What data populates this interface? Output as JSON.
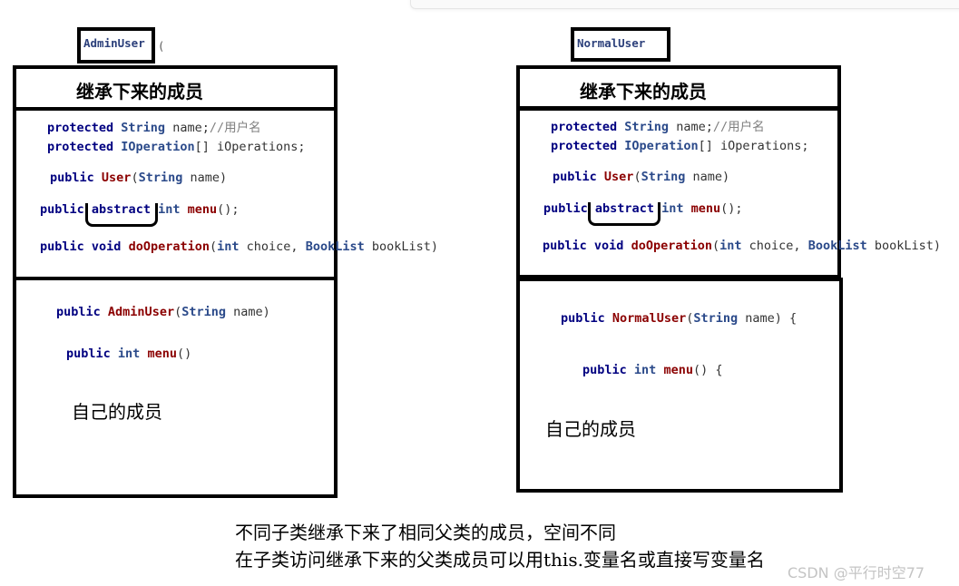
{
  "left": {
    "class_name": "AdminUser",
    "inherited_heading": "继承下来的成员",
    "inherited": {
      "line1": {
        "kw": "protected",
        "type": "String",
        "rest": "name;",
        "comment": "//用户名"
      },
      "line2": {
        "kw": "protected",
        "type": "IOperation",
        "rest": "[] iOperations;"
      },
      "line3": {
        "kw": "public",
        "fn": "User",
        "open": "(",
        "type": "String",
        "rest": "name)"
      },
      "line4": {
        "kw": "public",
        "abstract": "abstract",
        "type": "int",
        "fn": "menu",
        "rest": "();"
      },
      "line5": {
        "kw": "public",
        "kw2": "void",
        "fn": "doOperation",
        "open": "(",
        "type": "int",
        "mid": "choice,",
        "type2": "BookList",
        "rest": "bookList)"
      }
    },
    "own": {
      "line1": {
        "kw": "public",
        "fn": "AdminUser",
        "open": "(",
        "type": "String",
        "rest": "name)"
      },
      "line2": {
        "kw": "public",
        "type": "int",
        "fn": "menu",
        "rest": "()"
      }
    },
    "own_heading": "自己的成员"
  },
  "right": {
    "class_name": "NormalUser",
    "inherited_heading": "继承下来的成员",
    "inherited": {
      "line1": {
        "kw": "protected",
        "type": "String",
        "rest": "name;",
        "comment": "//用户名"
      },
      "line2": {
        "kw": "protected",
        "type": "IOperation",
        "rest": "[] iOperations;"
      },
      "line3": {
        "kw": "public",
        "fn": "User",
        "open": "(",
        "type": "String",
        "rest": "name)"
      },
      "line4": {
        "kw": "public",
        "abstract": "abstract",
        "type": "int",
        "fn": "menu",
        "rest": "();"
      },
      "line5": {
        "kw": "public",
        "kw2": "void",
        "fn": "doOperation",
        "open": "(",
        "type": "int",
        "mid": "choice,",
        "type2": "BookList",
        "rest": "bookList)"
      }
    },
    "own": {
      "line1": {
        "kw": "public",
        "fn": "NormalUser",
        "open": "(",
        "type": "String",
        "rest": "name) {"
      },
      "line2": {
        "kw": "public",
        "type": "int",
        "fn": "menu",
        "rest": "() {"
      }
    },
    "own_heading": "自己的成员"
  },
  "notes": {
    "line1": "不同子类继承下来了相同父类的成员，空间不同",
    "line2": "在子类访问继承下来的父类成员可以用this.变量名或直接写变量名"
  },
  "watermark": "CSDN @平行时空77"
}
